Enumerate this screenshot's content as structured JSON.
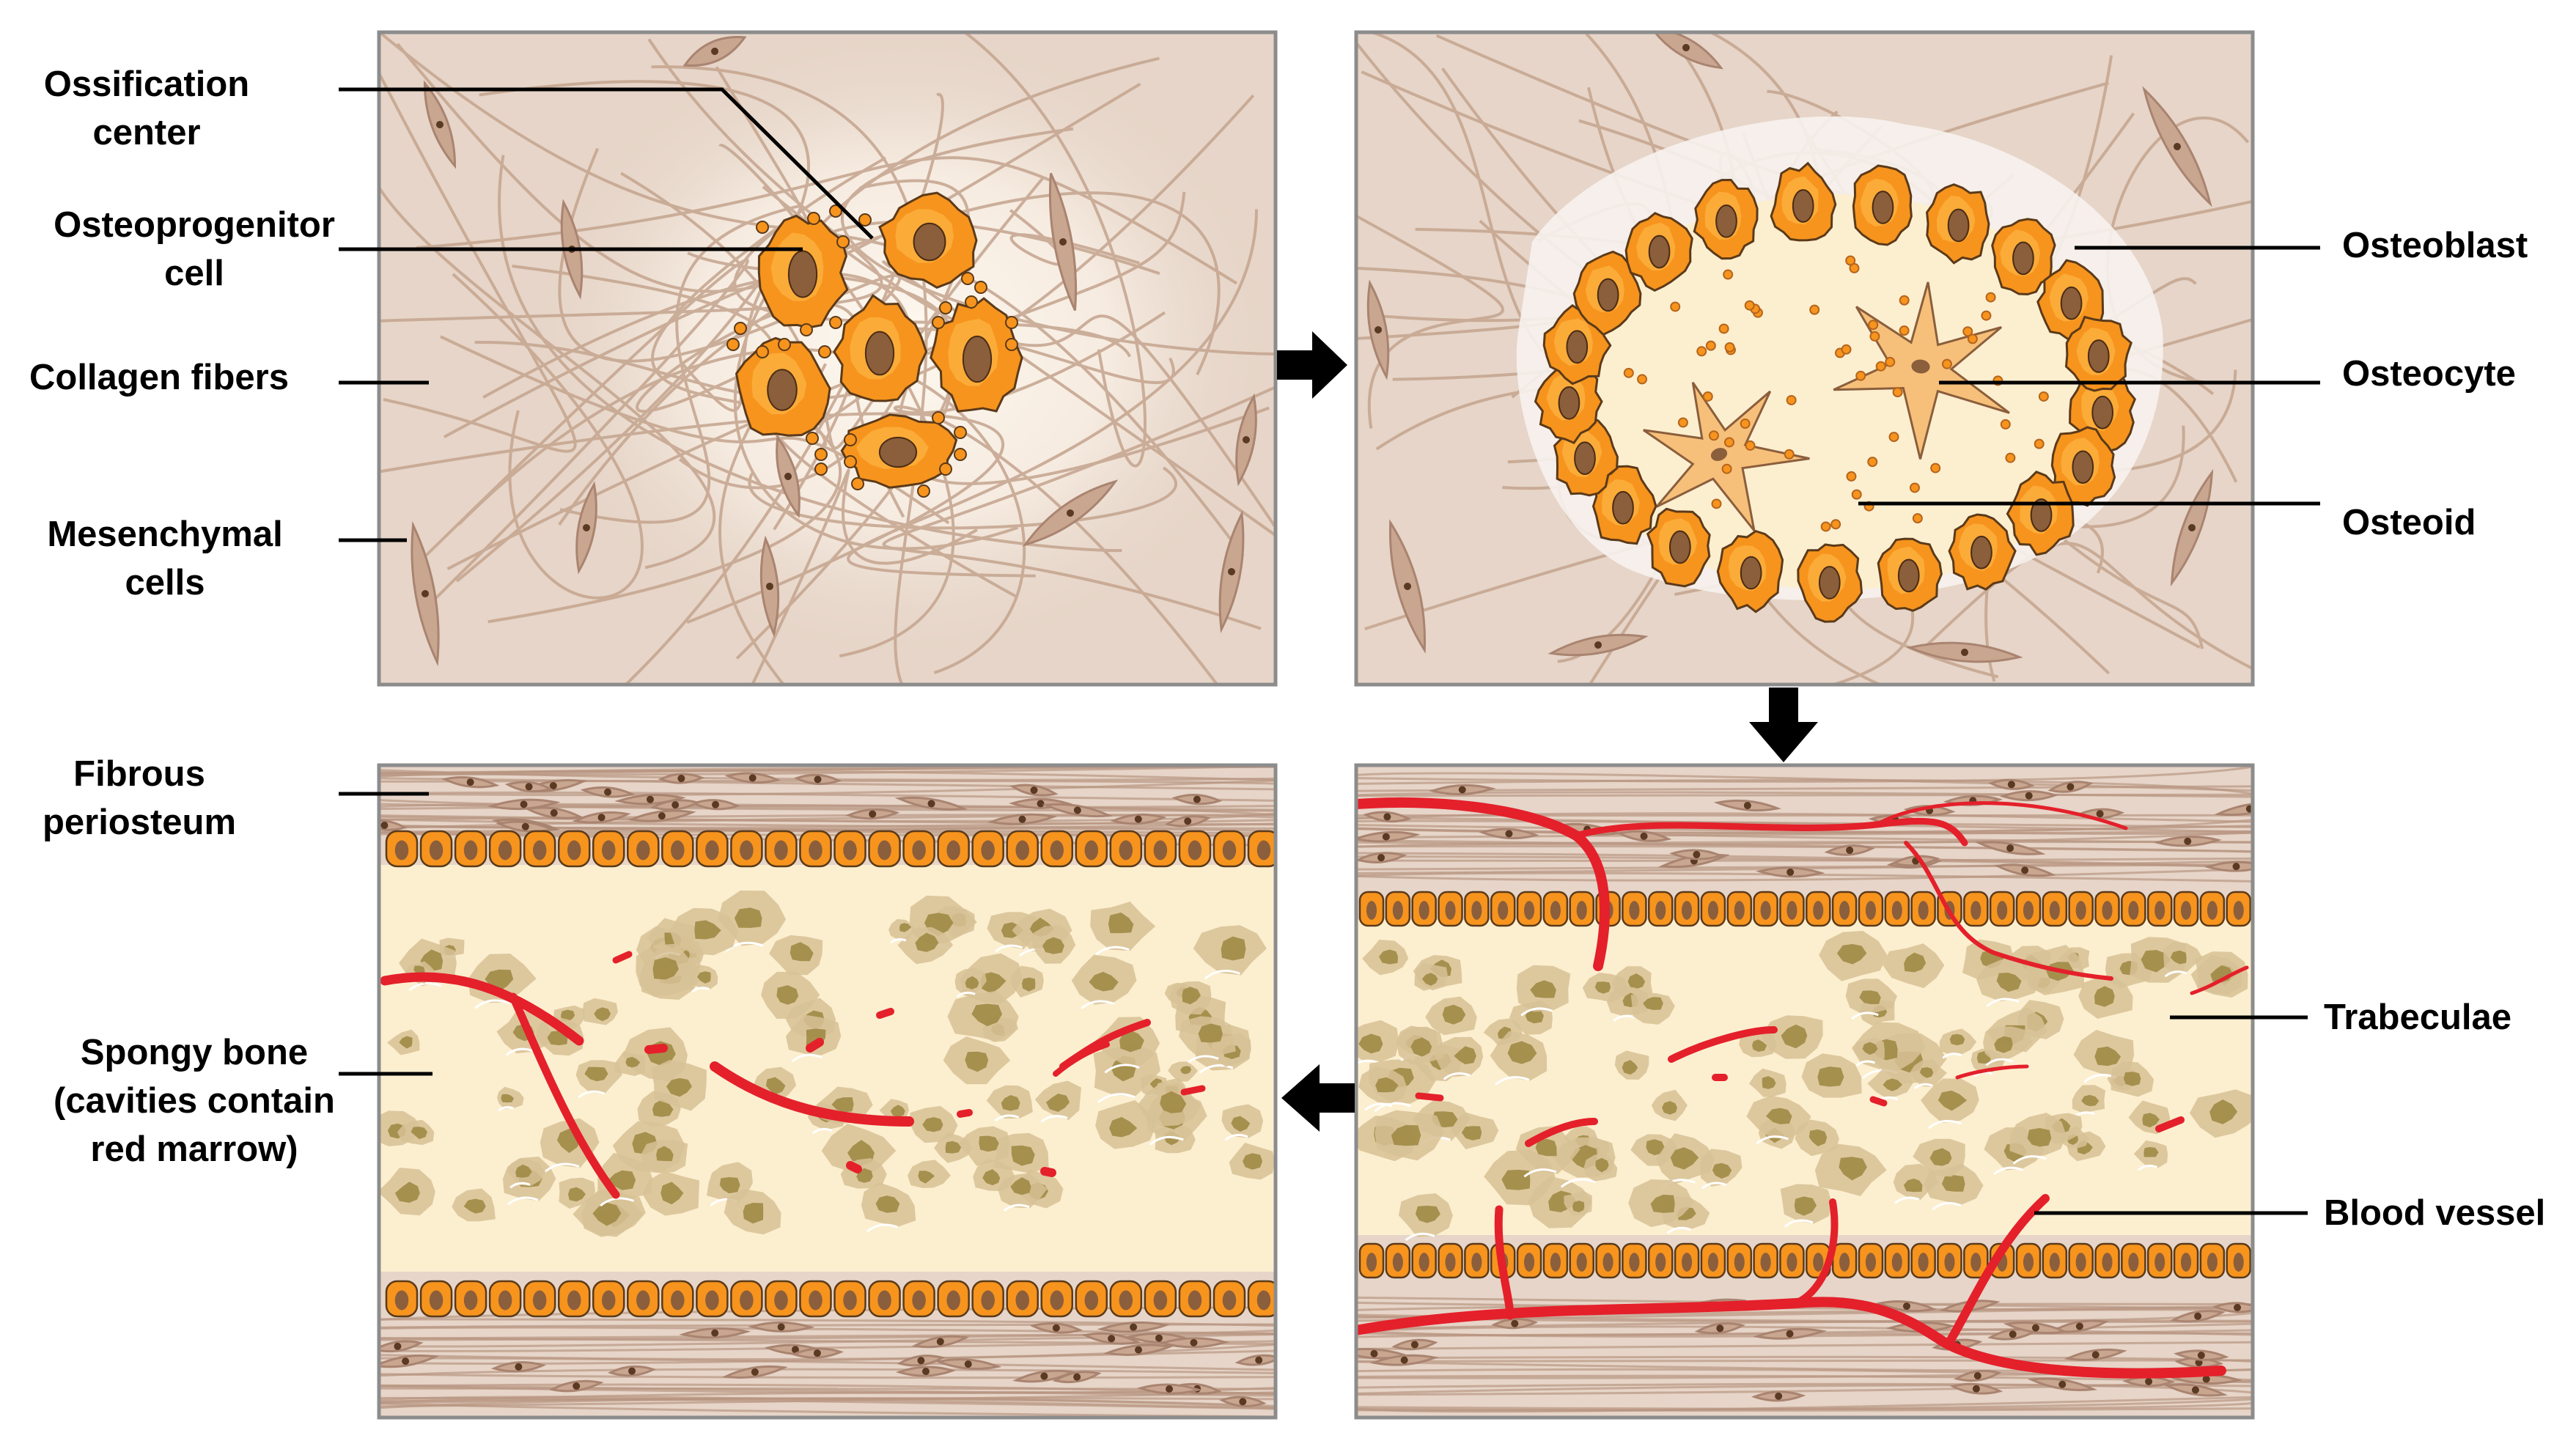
{
  "colors": {
    "tissue": "#e6d5c8",
    "panel_border": "#8c8c8c",
    "osteoid": "#fcefd0",
    "osteoid_halo": "#f7f2ee",
    "cell_orange": "#f7941d",
    "cell_light": "#fbb040",
    "nucleus": "#8b5e3c",
    "fiber": "#c4a48e",
    "mesenchymal": "#c9a690",
    "blood": "#e4202b",
    "marrow_spot": "#d7c195",
    "marrow_dark": "#a08a45",
    "arrow": "#000000"
  },
  "labels": {
    "ossification_center": [
      "Ossification",
      "center"
    ],
    "osteoprogenitor_cell": [
      "Osteoprogenitor",
      "cell"
    ],
    "collagen_fibers": [
      "Collagen fibers"
    ],
    "mesenchymal_cells": [
      "Mesenchymal",
      "cells"
    ],
    "osteoblast": [
      "Osteoblast"
    ],
    "osteocyte": [
      "Osteocyte"
    ],
    "osteoid": [
      "Osteoid"
    ],
    "fibrous_periosteum": [
      "Fibrous",
      "periosteum"
    ],
    "spongy_bone": [
      "Spongy bone",
      "(cavities contain",
      "red marrow)"
    ],
    "trabeculae": [
      "Trabeculae"
    ],
    "blood_vessel": [
      "Blood vessel"
    ]
  },
  "flow_arrows": [
    "right",
    "down",
    "left"
  ]
}
